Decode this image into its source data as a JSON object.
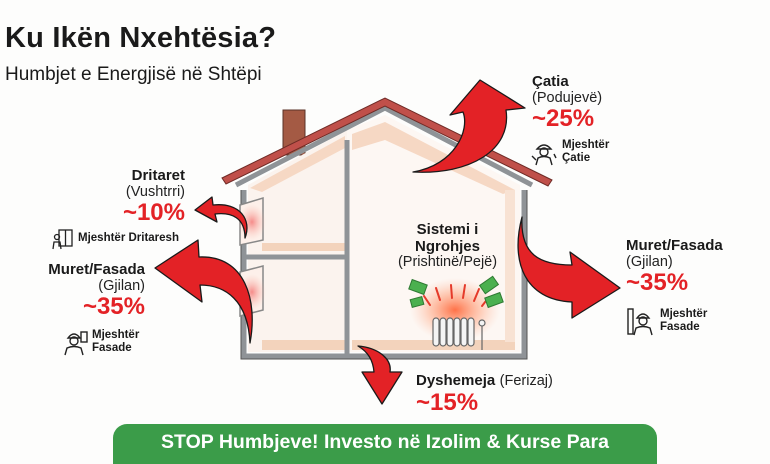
{
  "header": {
    "title": "Ku Ikën Nxehtësia?",
    "subtitle": "Humbjet e Energjisë në Shtëpi"
  },
  "colors": {
    "accent_red": "#e32226",
    "cta_green": "#3b9c49",
    "roof": "#c0504a",
    "chimney": "#a45a44",
    "wall_gray": "#8f9397",
    "interior_peach": "#f6d8c4",
    "money_green": "#4bb04f"
  },
  "losses": [
    {
      "id": "roof",
      "name": "Çatia",
      "city": "(Podujevë)",
      "percent": "~25%",
      "pro": [
        "Mjeshtër",
        "Çatie"
      ],
      "icon": "roofer-worker-icon"
    },
    {
      "id": "windows",
      "name": "Dritaret",
      "city": "(Vushtrri)",
      "percent": "~10%",
      "pro": [
        "Mjeshtër Dritaresh"
      ],
      "icon": "window-installer-icon"
    },
    {
      "id": "walls_left",
      "name": "Muret/Fasada",
      "city": "(Gjilan)",
      "percent": "~35%",
      "pro": [
        "Mjeshtër",
        "Fasade"
      ],
      "icon": "facade-worker-icon"
    },
    {
      "id": "walls_right",
      "name": "Muret/Fasada",
      "city": "(Gjilan)",
      "percent": "~35%",
      "pro": [
        "Mjeshtër",
        "Fasade"
      ],
      "icon": "facade-worker-icon"
    },
    {
      "id": "floor",
      "name": "Dyshemeja",
      "city": "(Ferizaj)",
      "percent": "~15%"
    }
  ],
  "heating": {
    "name_line1": "Sistemi i",
    "name_line2": "Ngrohjes",
    "city": "(Prishtinë/Pejë)",
    "icon": "radiator-icon"
  },
  "cta": {
    "label": "STOP Humbjeve! Investo në Izolim & Kurse Para"
  }
}
